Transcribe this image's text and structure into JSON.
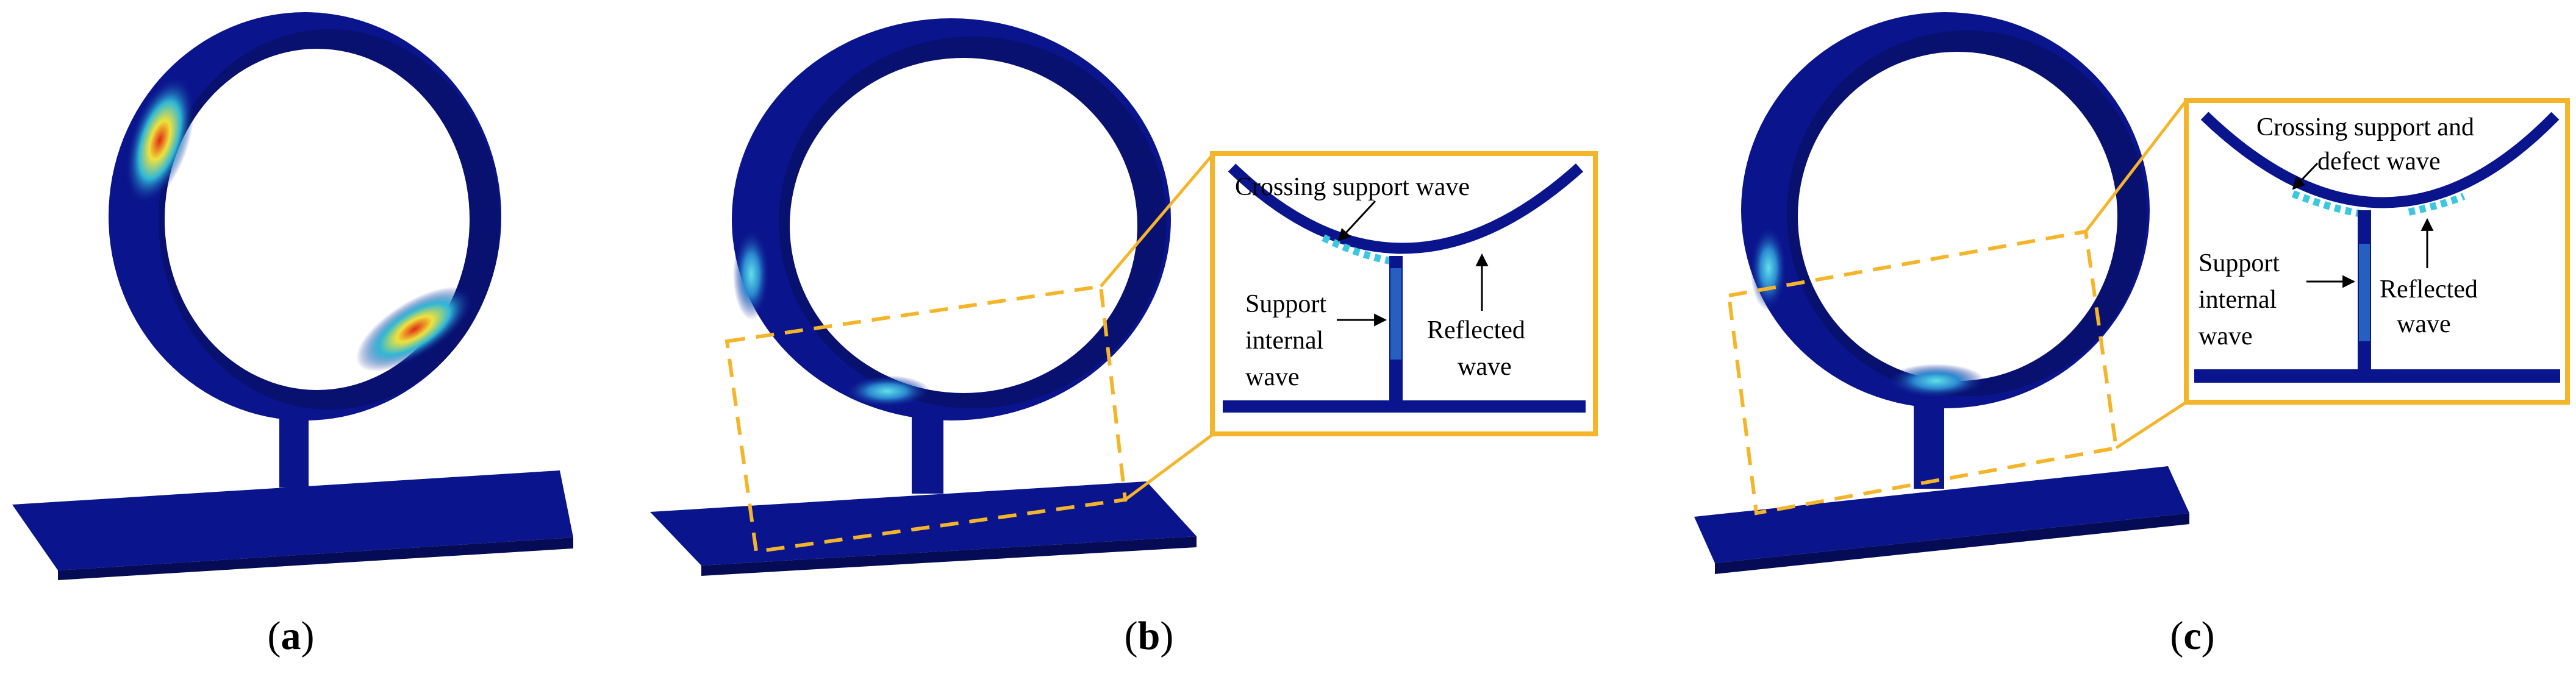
{
  "colors": {
    "structure": "#0a148c",
    "structure_dark": "#060b55",
    "highlight": "#f5b52a",
    "wave_hot": "#e02a12",
    "wave_warm": "#f0e23a",
    "wave_cool": "#2fb8d8"
  },
  "panels": [
    {
      "paren_open": "(",
      "letter": "a",
      "paren_close": ")"
    },
    {
      "paren_open": "(",
      "letter": "b",
      "paren_close": ")"
    },
    {
      "paren_open": "(",
      "letter": "c",
      "paren_close": ")"
    }
  ],
  "inset_b": {
    "crossing_label": "Crossing support wave",
    "support_label_1": "Support",
    "support_label_2": "internal",
    "support_label_3": "wave",
    "reflected_label_1": "Reflected",
    "reflected_label_2": "wave"
  },
  "inset_c": {
    "crossing_label_1": "Crossing support and",
    "crossing_label_2": "defect wave",
    "support_label_1": "Support",
    "support_label_2": "internal",
    "support_label_3": "wave",
    "reflected_label_1": "Reflected",
    "reflected_label_2": "wave"
  }
}
